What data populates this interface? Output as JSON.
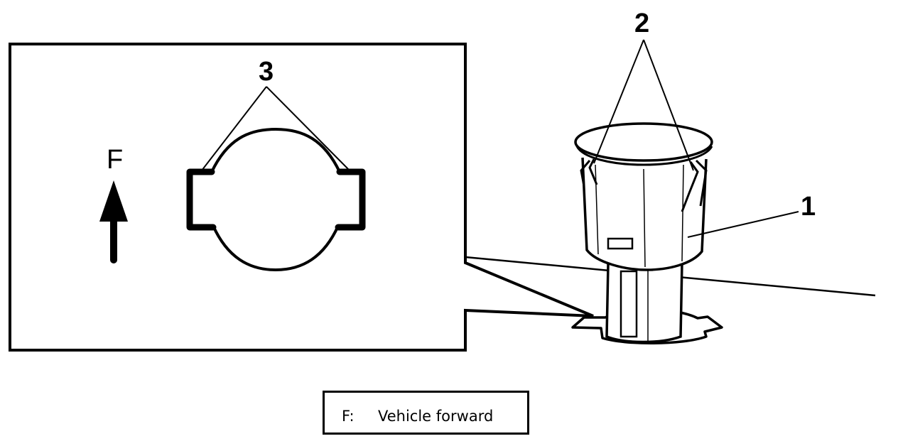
{
  "callouts": {
    "one": "1",
    "two": "2",
    "three": "3",
    "forward_marker": "F"
  },
  "legend": {
    "key": "F:",
    "text": "Vehicle forward"
  }
}
